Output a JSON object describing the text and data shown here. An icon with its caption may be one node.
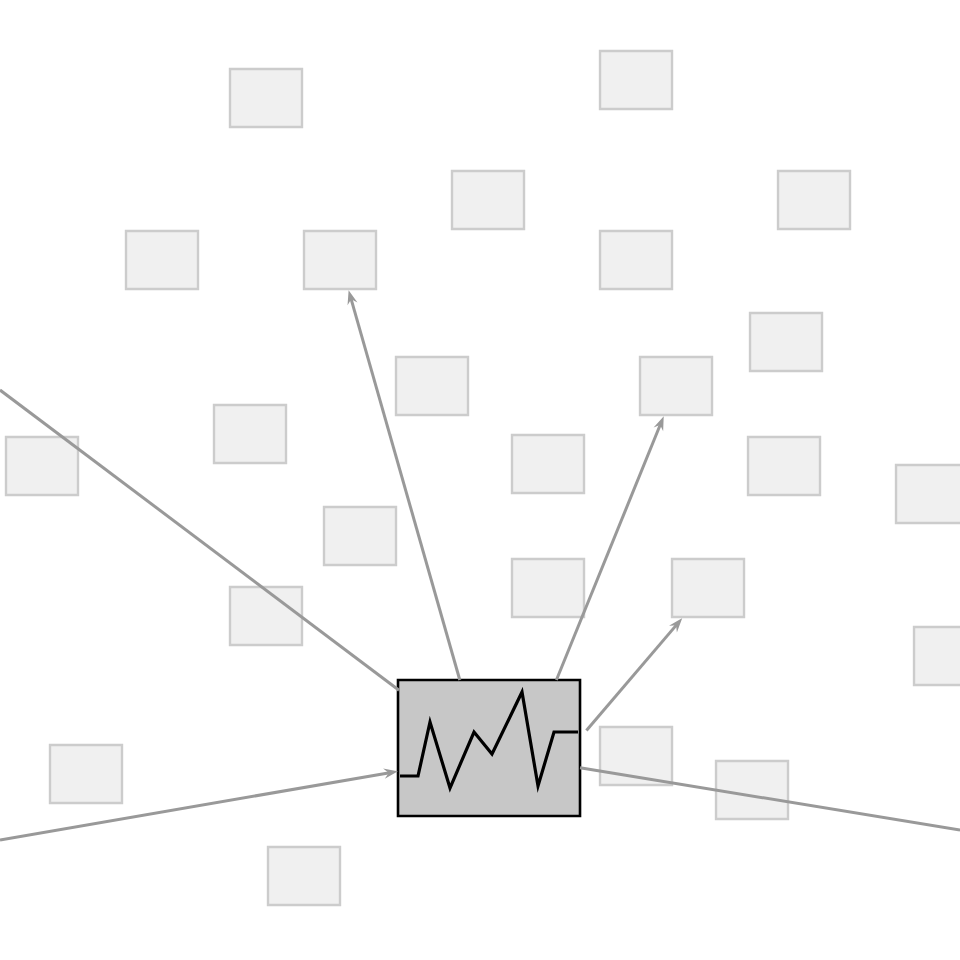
{
  "diagram": {
    "nodes": [
      {
        "text": [],
        "shape": "box"
      },
      {
        "text": [],
        "shape": "box"
      },
      {
        "text": [],
        "shape": "box"
      },
      {
        "text": [],
        "shape": "box"
      },
      {
        "text": [],
        "shape": "box"
      },
      {
        "text": [],
        "shape": "box"
      },
      {
        "text": [],
        "shape": "box"
      },
      {
        "text": [],
        "shape": "box"
      },
      {
        "text": [],
        "shape": "box"
      },
      {
        "text": [],
        "shape": "box"
      },
      {
        "text": [],
        "shape": "box"
      },
      {
        "text": [],
        "shape": "box"
      },
      {
        "text": [],
        "shape": "box"
      },
      {
        "text": [],
        "shape": "box"
      },
      {
        "text": [],
        "shape": "box"
      },
      {
        "text": [],
        "shape": "box"
      },
      {
        "text": [],
        "shape": "box"
      },
      {
        "text": [],
        "shape": "box"
      },
      {
        "text": [],
        "shape": "box"
      },
      {
        "text": [],
        "shape": "box"
      },
      {
        "text": [],
        "shape": "box"
      },
      {
        "text": [],
        "shape": "box"
      },
      {
        "text": [],
        "shape": "box"
      },
      {
        "text": [],
        "shape": "box"
      },
      {
        "text": [],
        "shape": "box"
      }
    ],
    "edges": [
      {
        "from": 21,
        "to": 5,
        "arrow": "to"
      },
      {
        "from": 21,
        "to": 9,
        "arrow": "to"
      },
      {
        "from": 21,
        "to": 17,
        "arrow": "to"
      },
      {
        "from": null,
        "to": 21,
        "arrow": "to"
      },
      {
        "from": 21,
        "to": null,
        "arrow": "none"
      },
      {
        "from": 21,
        "to": null,
        "arrow": "none"
      }
    ]
  }
}
